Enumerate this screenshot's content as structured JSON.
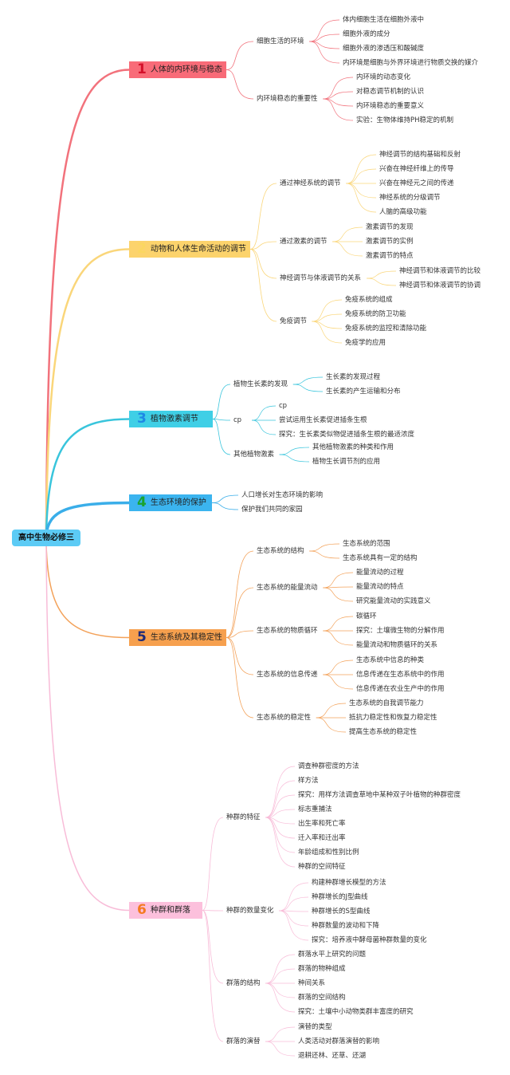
{
  "root": {
    "label": "高中生物必修三",
    "color": "#5ccbf5"
  },
  "branches": [
    {
      "number": "1",
      "label": "人体的内环境与稳态",
      "box_color": "#f86b78",
      "number_color": "#d4102a",
      "line_color": "#f2727c",
      "subs": [
        {
          "label": "细胞生活的环境",
          "leaves": [
            "体内细胞生活在细胞外液中",
            "细胞外液的成分",
            "细胞外液的渗透压和酸碱度",
            "内环境是细胞与外界环境进行物质交换的媒介"
          ]
        },
        {
          "label": "内环境稳态的重要性",
          "leaves": [
            "内环境的动态变化",
            "对稳态调节机制的认识",
            "内环境稳态的重要意义",
            "实验：生物体维持PH稳定的机制"
          ]
        }
      ]
    },
    {
      "number": "2",
      "label": "动物和人体生命活动的调节",
      "box_color": "#fcd36c",
      "number_color": "#fbd760",
      "line_color": "#fad67a",
      "subs": [
        {
          "label": "通过神经系统的调节",
          "leaves": [
            "神经调节的结构基础和反射",
            "兴奋在神经纤维上的传导",
            "兴奋在神经元之间的传递",
            "神经系统的分级调节",
            "人脑的高级功能"
          ]
        },
        {
          "label": "通过激素的调节",
          "leaves": [
            "激素调节的发现",
            "激素调节的实例",
            "激素调节的特点"
          ]
        },
        {
          "label": "神经调节与体液调节的关系",
          "leaves": [
            "神经调节和体液调节的比较",
            "神经调节和体液调节的协调"
          ]
        },
        {
          "label": "免疫调节",
          "leaves": [
            "免疫系统的组成",
            "免疫系统的防卫功能",
            "免疫系统的监控和清除功能",
            "免疫学的应用"
          ]
        }
      ]
    },
    {
      "number": "3",
      "label": "植物激素调节",
      "box_color": "#3fcfe6",
      "number_color": "#1e88e5",
      "line_color": "#39c5dc",
      "subs": [
        {
          "label": "植物生长素的发现",
          "leaves": [
            "生长素的发现过程",
            "生长素的产生运输和分布"
          ]
        },
        {
          "label": "cp",
          "leaves": [
            "cp",
            "尝试运用生长素促进插条生根",
            "探究：生长素类似物促进插条生根的最适浓度"
          ]
        },
        {
          "label": "其他植物激素",
          "leaves": [
            "其他植物激素的种类和作用",
            "植物生长调节剂的应用"
          ]
        }
      ]
    },
    {
      "number": "4",
      "label": "生态环境的保护",
      "box_color": "#3bb4ef",
      "number_color": "#1aa32f",
      "line_color": "#3aaee9",
      "subs": [],
      "leaves": [
        "人口增长对生态环境的影响",
        "保护我们共同的家园"
      ]
    },
    {
      "number": "5",
      "label": "生态系统及其稳定性",
      "box_color": "#f6a04e",
      "number_color": "#1e2a78",
      "line_color": "#f3a25a",
      "subs": [
        {
          "label": "生态系统的结构",
          "leaves": [
            "生态系统的范围",
            "生态系统具有一定的结构"
          ]
        },
        {
          "label": "生态系统的能量流动",
          "leaves": [
            "能量流动的过程",
            "能量流动的特点",
            "研究能量流动的实践意义"
          ]
        },
        {
          "label": "生态系统的物质循环",
          "leaves": [
            "碳循环",
            "探究：土壤微生物的分解作用",
            "能量流动和物质循环的关系"
          ]
        },
        {
          "label": "生态系统的信息传递",
          "leaves": [
            "生态系统中信息的种类",
            "信息传递在生态系统中的作用",
            "信息传递在农业生产中的作用"
          ]
        },
        {
          "label": "生态系统的稳定性",
          "leaves": [
            "生态系统的自我调节能力",
            "抵抗力稳定性和恢复力稳定性",
            "提高生态系统的稳定性"
          ]
        }
      ]
    },
    {
      "number": "6",
      "label": "种群和群落",
      "box_color": "#fcc0dc",
      "number_color": "#f47a20",
      "line_color": "#f8bcd8",
      "subs": [
        {
          "label": "种群的特征",
          "leaves": [
            "调查种群密度的方法",
            "样方法",
            "探究：用样方法调查草地中某种双子叶植物的种群密度",
            "标志重捕法",
            "出生率和死亡率",
            "迁入率和迁出率",
            "年龄组成和性别比例",
            "种群的空间特征"
          ]
        },
        {
          "label": "种群的数量变化",
          "leaves": [
            "构建种群增长模型的方法",
            "种群增长的J型曲线",
            "种群增长的S型曲线",
            "种群数量的波动和下降",
            "探究：培养液中酵母菌种群数量的变化"
          ]
        },
        {
          "label": "群落的结构",
          "leaves": [
            "群落水平上研究的问题",
            "群落的物种组成",
            "种间关系",
            "群落的空间结构",
            "探究：土壤中小动物类群丰富度的研究"
          ]
        },
        {
          "label": "群落的演替",
          "leaves": [
            "演替的类型",
            "人类活动对群落演替的影响",
            "退耕还林、还草、还湖"
          ]
        }
      ]
    }
  ]
}
